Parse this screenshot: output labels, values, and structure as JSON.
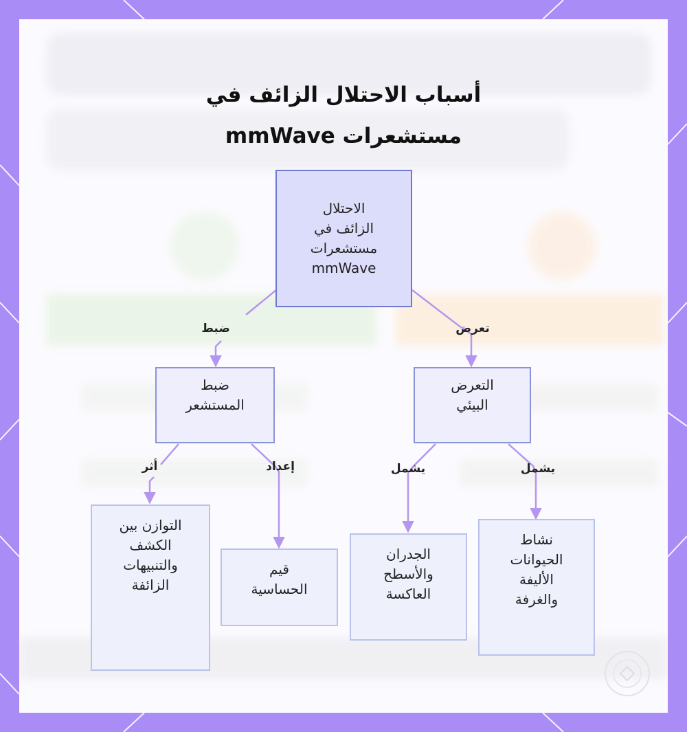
{
  "title": {
    "line1": "أسباب الاحتلال الزائف في",
    "line2": "مستشعرات mmWave"
  },
  "nodes": {
    "root": "الاحتلال\nالزائف في\nمستشعرات\nmmWave",
    "sensor_tuning": "ضبط\nالمستشعر",
    "environmental": "التعرض\nالبيئي",
    "balance": "التوازن بين\nالكشف\nوالتنبيهات\nالزائفة",
    "sensitivity": "قيم\nالحساسية",
    "walls": "الجدران\nوالأسطح\nالعاكسة",
    "pets": "نشاط\nالحيوانات\nالأليفة\nوالغرفة"
  },
  "edges": {
    "root_to_tuning": "ضبط",
    "root_to_env": "تعرض",
    "tuning_to_balance": "أثر",
    "tuning_to_sensitivity": "إعداد",
    "env_to_walls": "يشمل",
    "env_to_pets": "يشمل"
  },
  "colors": {
    "frame": "#a98cf6",
    "root_fill": "#dcdcfb",
    "root_border": "#6e78cf",
    "connector": "#b596ee"
  }
}
